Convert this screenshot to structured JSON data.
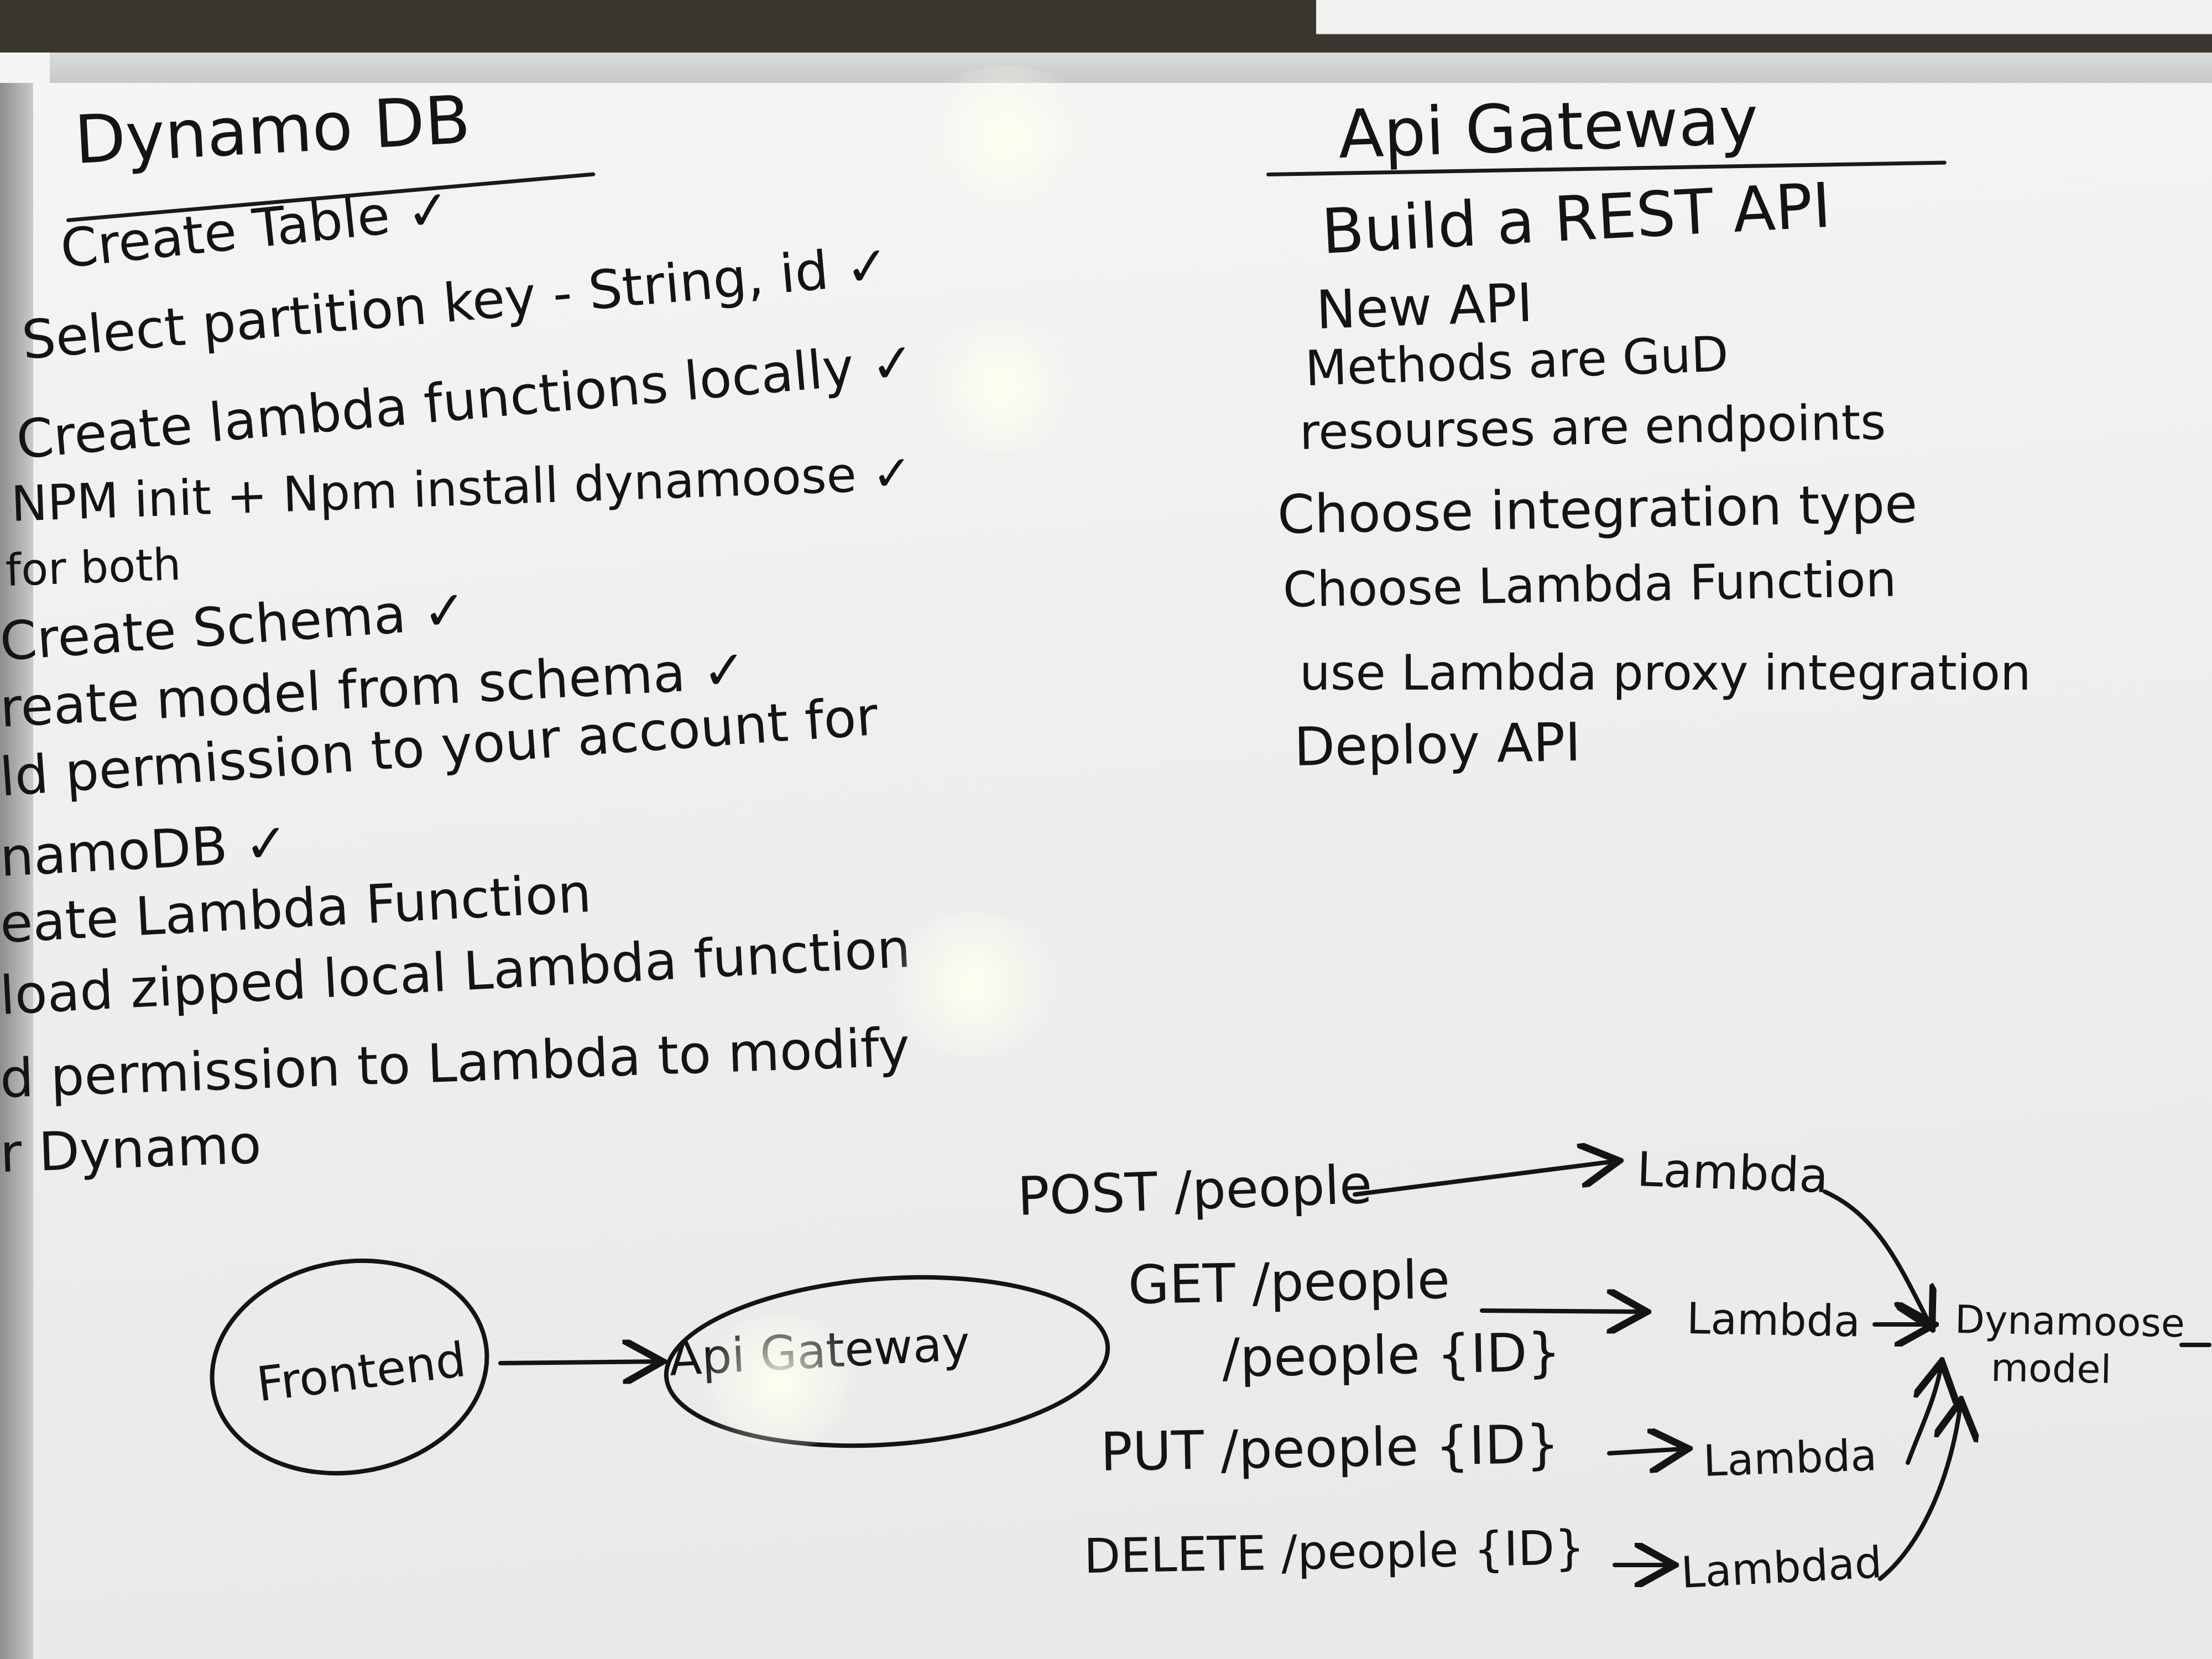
{
  "left": {
    "heading": "Dynamo DB",
    "lines": [
      "Create Table ✓",
      "Select partition key - String, id ✓",
      "Create lambda functions locally ✓",
      "NPM init + Npm install dynamoose ✓",
      "for both",
      "Create Schema ✓",
      "reate model from schema ✓",
      "ld permission to your account for",
      "namoDB ✓",
      "eate Lambda Function",
      "load zipped local Lambda function",
      "d permission to Lambda to modify",
      "r Dynamo"
    ]
  },
  "right": {
    "heading": "Api Gateway",
    "lines": [
      "Build a REST API",
      "New API",
      "Methods are GuD",
      "resourses are endpoints",
      "Choose integration type",
      "Choose Lambda Function",
      "use Lambda proxy integration",
      "Deploy API"
    ]
  },
  "diagram": {
    "frontend": "Frontend",
    "gateway": "Api Gateway",
    "post": "POST /people",
    "get1": "GET /people",
    "get2": "/people {ID}",
    "put": "PUT /people {ID}",
    "delete": "DELETE /people {ID}",
    "lambda_post": "Lambda",
    "lambda_get": "Lambda",
    "lambda_put": "Lambda",
    "lambda_delete": "Lambdad",
    "model_line1": "Dynamoose",
    "model_line2": "model"
  },
  "colors": {
    "ink": "#141414",
    "board": "#f0f1f0"
  }
}
